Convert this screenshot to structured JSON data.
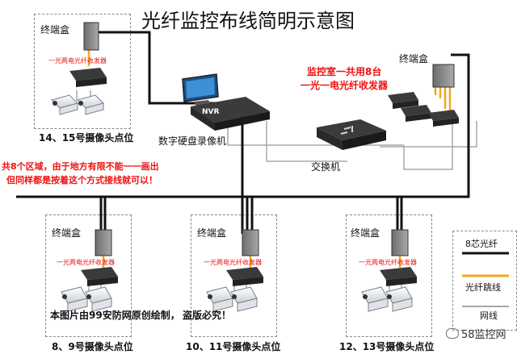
{
  "title": "光纤监控布线简明示意图",
  "terminal_box": "终端盒",
  "converter_label": "一光两电光纤收发器",
  "monitor_room_note": [
    "监控室一共用8台",
    "一光一电光纤收发器"
  ],
  "nvr_badge": "NVR",
  "nvr_label": "数字硬盘录像机",
  "switch_label": "交换机",
  "region_note": [
    "共8个区域，由于地方有限不能一一画出",
    "但同样都是按着这个方式接线就可以！"
  ],
  "copyright_note": [
    "本图片由99安防网原创绘制，",
    "盗版必究！"
  ],
  "camera_sites": {
    "top_left": "14、15号摄像头点位",
    "bottom_left": "8、9号摄像头点位",
    "bottom_mid": "10、11号摄像头点位",
    "bottom_right": "12、13号摄像头点位"
  },
  "legend": {
    "fiber": "8芯光纤",
    "patch": "光纤跳线",
    "network": "网线"
  },
  "watermark": "58监控网",
  "colors": {
    "fiber": "#111111",
    "patch": "#f2a81d",
    "network": "#a8a8a8",
    "note_red": "#e11111"
  }
}
